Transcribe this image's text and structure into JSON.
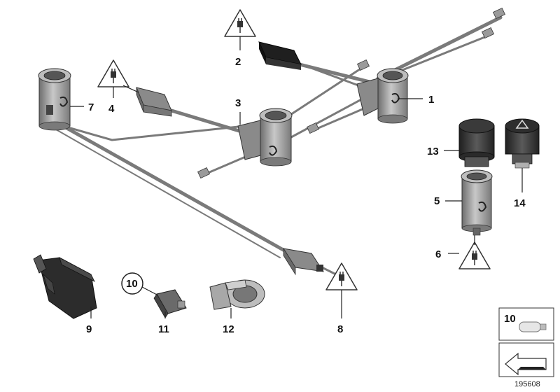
{
  "callouts": {
    "c1": "1",
    "c2": "2",
    "c3": "3",
    "c4": "4",
    "c5": "5",
    "c6": "6",
    "c7": "7",
    "c8": "8",
    "c9": "9",
    "c10": "10",
    "c11": "11",
    "c12": "12",
    "c13": "13",
    "c14": "14"
  },
  "legend": {
    "part_number": "10"
  },
  "reference_id": "195608",
  "colors": {
    "line": "#222222",
    "cable": "#8a8a8a",
    "socket_body": "#9a9a9a",
    "socket_dark": "#555555",
    "connector": "#7d7d7d",
    "cap_dark": "#2f2f2f"
  },
  "icons": [
    "warning-plug-icon",
    "socket-icon",
    "connector-icon",
    "cap-icon",
    "bulb-icon",
    "arrow-icon"
  ]
}
